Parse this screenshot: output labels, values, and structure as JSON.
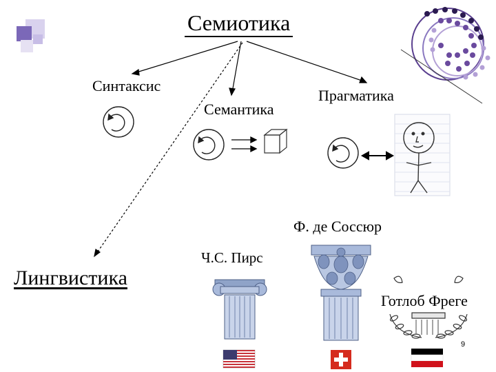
{
  "title": "Семиотика",
  "branches": {
    "syntax": "Синтаксис",
    "semantics": "Семантика",
    "pragmatics": "Прагматика"
  },
  "linguistics": "Лингвистика",
  "people": {
    "saussure": "Ф. де Соссюр",
    "peirce": "Ч.С. Пирс",
    "frege": "Готлоб Фреге"
  },
  "page_number": "9",
  "colors": {
    "accent_purple": "#6a4a9e",
    "light_purple": "#b3a0d6",
    "lavender": "#d9d2ee",
    "column_blue": "#8fa3c8"
  },
  "icons": [
    "decorative-squares-icon",
    "circles-ornament-icon",
    "rotation-cycle-icon",
    "cube-icon",
    "stick-figure-icon",
    "ionic-column-icon",
    "corinthian-column-icon",
    "laurel-wreath-icon",
    "us-flag-icon",
    "swiss-flag-icon",
    "german-empire-flag-icon"
  ]
}
